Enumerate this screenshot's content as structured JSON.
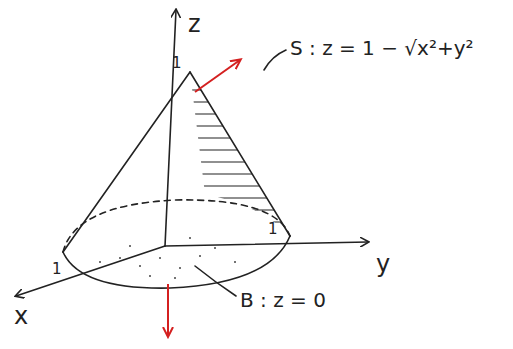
{
  "diagram": {
    "labels": [
      "z",
      "1",
      "y",
      "1",
      "x",
      "1",
      "S : z = 1 − √x²+y²",
      "B : z = 0"
    ]
  }
}
